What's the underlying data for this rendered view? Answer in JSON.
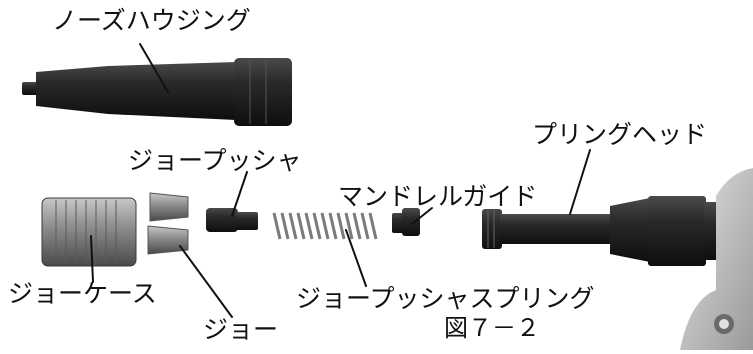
{
  "labels": {
    "nose_housing": "ノーズハウジング",
    "jaw_pusher": "ジョープッシャ",
    "mandrel_guide": "マンドレルガイド",
    "pulling_head": "プリングヘッド",
    "jaw_case": "ジョーケース",
    "jaw_pusher_spring": "ジョープッシャスプリング",
    "jaw": "ジョー"
  },
  "figure_caption": "図７－２",
  "colors": {
    "background": "#ffffff",
    "text": "#111111",
    "leader_line": "#111111",
    "part_dark": "#1e1e1e",
    "part_metal": "#8a8a8a",
    "tool_body": "#c9c9c9"
  }
}
